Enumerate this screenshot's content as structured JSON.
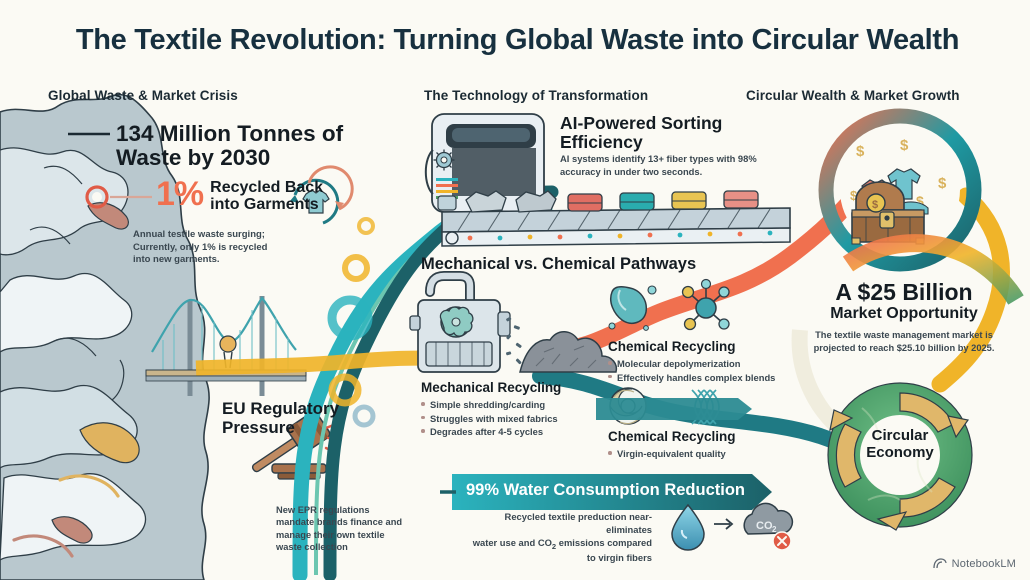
{
  "meta": {
    "title": "The Textile Revolution: Turning Global Waste into Circular Wealth",
    "background_color": "#FBFAF4",
    "watermark": "NotebookLM"
  },
  "columns": {
    "left_heading": "Global Waste & Market Crisis",
    "middle_heading": "The Technology of Transformation",
    "right_heading": "Circular Wealth & Market Growth"
  },
  "left": {
    "stat_headline": "134 Million Tonnes of Waste by 2030",
    "percent_value": "1%",
    "percent_label": "Recycled Back into Garments",
    "percent_note": "Annual testile waste surging; Currently, only 1% is recycled into new garments.",
    "regulation_title": "EU Regulatory Pressure",
    "regulation_note": "New EPR regulations mandate brands finance and manage their own textile waste collection",
    "icons": {
      "waste_pile": "waste-pile-icon",
      "tshirt_loop": "tshirt-recycle-loop-icon",
      "bridge": "suspension-bridge-icon",
      "gavel": "gavel-icon",
      "marker_ring": "marker-ring-icon"
    }
  },
  "middle": {
    "ai_title": "AI-Powered Sorting Efficiency",
    "ai_note": "AI systems identify 13+ fiber types with 98% accuracy in under two seconds.",
    "pathways_title": "Mechanical vs. Chemical Pathways",
    "mechanical": {
      "title": "Mechanical Recycling",
      "bullets": [
        "Simple shredding/carding",
        "Struggles with mixed fabrics",
        "Degrades after 4-5 cycles"
      ]
    },
    "chemical_upper": {
      "title": "Chemical Recycling",
      "bullets": [
        "Molecular depolymerization",
        "Effectively handles complex blends"
      ]
    },
    "chemical_lower": {
      "title": "Chemical Recycling",
      "bullets": [
        "Virgin-equivalent quality"
      ]
    },
    "water_banner_title": "99% Water Consumption Reduction",
    "water_note_line1": "Recycled textile preduction near-eliminates",
    "water_note_line2_a": "water use and CO",
    "water_note_line2_sub": "2",
    "water_note_line2_b": " emissions compared",
    "water_note_line3": "to virgin fibers",
    "icons": {
      "sorting_machine": "ai-sorting-conveyor-icon",
      "shredder": "shredder-machine-icon",
      "fiber_pile": "shredded-fiber-pile-icon",
      "solvent_flask": "chemical-solvent-icon",
      "molecule": "molecule-icon",
      "yarn_spool": "yarn-spool-icon",
      "fiber_strands": "fiber-strands-icon",
      "water_drop": "water-drop-icon",
      "co2_cloud": "co2-cloud-reduction-icon"
    }
  },
  "right": {
    "market_headline": "A $25 Billion",
    "market_subhead": "Market Opportunity",
    "market_note": "The textile waste management market is projected to reach $25.10 billion by 2025.",
    "circular_label": "Circular Economy",
    "icons": {
      "treasure_chest": "treasure-chest-icon",
      "dollar_signs": "dollar-sign-icon",
      "circular_arrows": "circular-economy-arrows-icon"
    }
  },
  "palette": {
    "teal": "#1F7A84",
    "deep_teal": "#1C6168",
    "cyan": "#2BB3BE",
    "coral": "#F0704F",
    "amber": "#F0B429",
    "green": "#4E9B63",
    "slate_text": "#17303f"
  }
}
